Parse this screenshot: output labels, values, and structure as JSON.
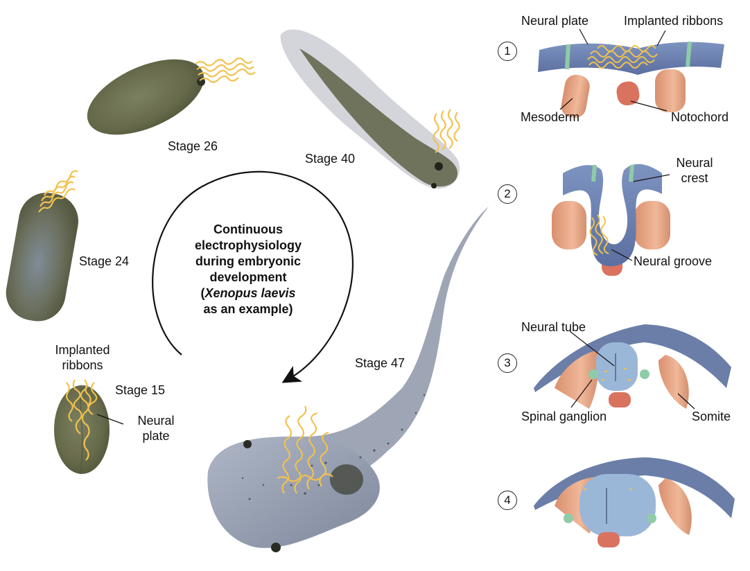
{
  "center_text": {
    "line1": "Continuous",
    "line2": "electrophysiology",
    "line3": "during embryonic",
    "line4": "development",
    "line5_open": "(",
    "line5_species": "Xenopus laevis",
    "line6": "as an example)"
  },
  "stages": {
    "s15": "Stage 15",
    "s24": "Stage 24",
    "s26": "Stage 26",
    "s40": "Stage 40",
    "s47": "Stage 47"
  },
  "left_labels": {
    "implanted_line1": "Implanted",
    "implanted_line2": "ribbons",
    "neural_line1": "Neural",
    "neural_line2": "plate"
  },
  "panels": {
    "p1": {
      "number": "1",
      "neural_plate": "Neural plate",
      "implanted_ribbons": "Implanted ribbons",
      "mesoderm": "Mesoderm",
      "notochord": "Notochord"
    },
    "p2": {
      "number": "2",
      "neural_crest_line1": "Neural",
      "neural_crest_line2": "crest",
      "neural_groove": "Neural groove"
    },
    "p3": {
      "number": "3",
      "neural_tube": "Neural tube",
      "spinal_ganglion": "Spinal ganglion",
      "somite": "Somite"
    },
    "p4": {
      "number": "4"
    }
  },
  "colors": {
    "embryo_green": "#6b6f4e",
    "ribbon_gold": "#f2c14e",
    "neural_blue": "#6d86b4",
    "mesoderm_peach": "#e6a784",
    "notochord_red": "#d9725f",
    "crest_green": "#8fcba8",
    "tadpole_gray": "#9aa3b6"
  }
}
